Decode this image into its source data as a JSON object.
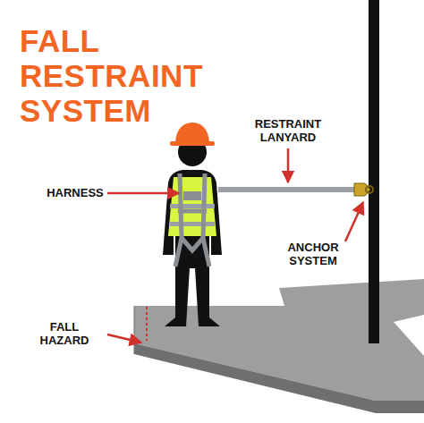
{
  "diagram": {
    "title": "FALL RESTRAINT SYSTEM",
    "labels": [
      "RESTRAINT LANYARD",
      "HARNESS",
      "ANCHOR SYSTEM",
      "FALL HAZARD"
    ]
  }
}
